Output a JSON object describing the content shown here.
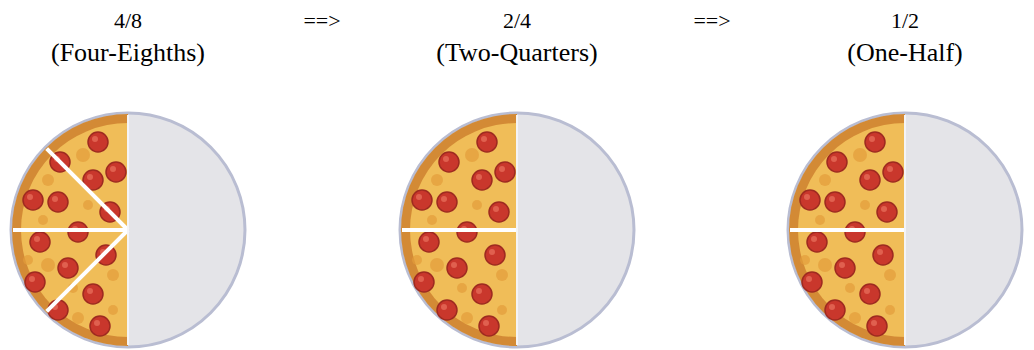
{
  "diagram": {
    "nodes": [
      {
        "text": [
          "4/8",
          "(Four-Eighths)"
        ]
      },
      {
        "text": [
          "2/4",
          "(Two-Quarters)"
        ]
      },
      {
        "text": [
          "1/2",
          "(One-Half)"
        ]
      }
    ],
    "labels": [
      "==>",
      "==>"
    ]
  }
}
